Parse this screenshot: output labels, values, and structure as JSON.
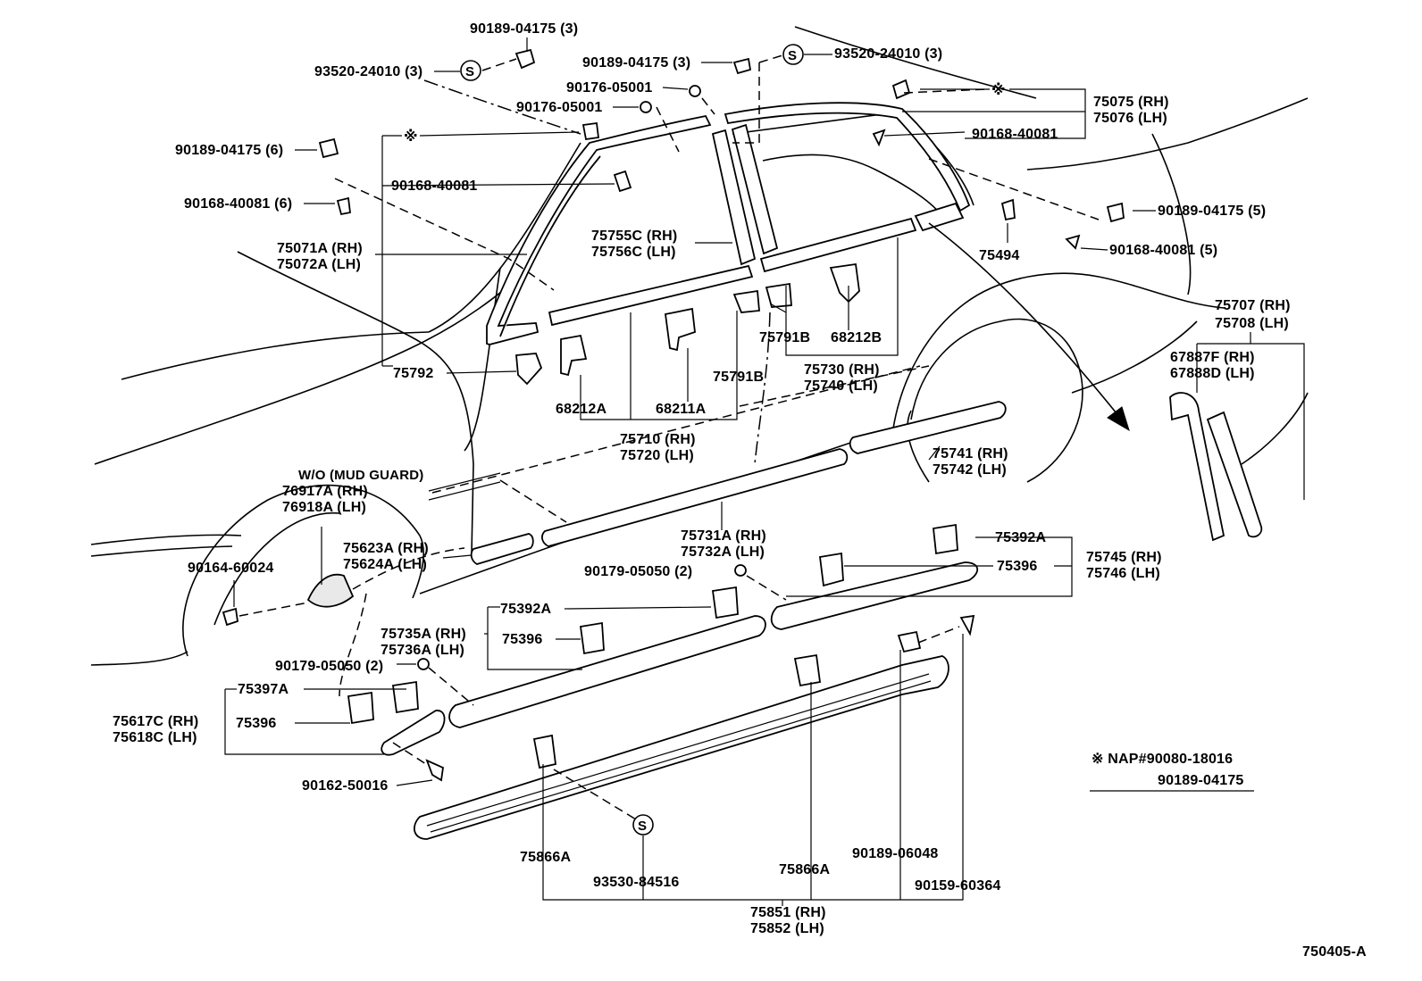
{
  "diagram": {
    "labels": {
      "l01": "90189-04175 (3)",
      "l02": "93520-24010 (3)",
      "l03": "90189-04175 (3)",
      "l04": "93520-24010 (3)",
      "l05": "90176-05001",
      "l06": "90176-05001",
      "l07": "75075 (RH)",
      "l08": "75076 (LH)",
      "l09": "90168-40081",
      "l10": "90189-04175 (6)",
      "l11": "90168-40081",
      "l12": "90168-40081 (6)",
      "l13": "75755C (RH)",
      "l14": "75756C (LH)",
      "l15": "75071A (RH)",
      "l16": "75072A (LH)",
      "l17": "90189-04175 (5)",
      "l18": "90168-40081 (5)",
      "l19": "75494",
      "l20": "75707 (RH)",
      "l21": "75708 (LH)",
      "l22": "67887F (RH)",
      "l23": "67888D (LH)",
      "l24": "75791B",
      "l25": "68212B",
      "l26": "75730 (RH)",
      "l27": "75740 (LH)",
      "l28": "75792",
      "l29": "75791B",
      "l30": "68212A",
      "l31": "68211A",
      "l32": "75710 (RH)",
      "l33": "75720 (LH)",
      "l34": "75741 (RH)",
      "l35": "75742 (LH)",
      "l36": "W/O (MUD GUARD)",
      "l37": "76917A (RH)",
      "l38": "76918A (LH)",
      "l39": "75731A (RH)",
      "l40": "75732A (LH)",
      "l41": "75623A (RH)",
      "l42": "75624A (LH)",
      "l43": "90164-60024",
      "l44": "75392A",
      "l45": "75745 (RH)",
      "l46": "75746 (LH)",
      "l47": "75396",
      "l48": "90179-05050 (2)",
      "l49": "75392A",
      "l50": "75396",
      "l51": "75735A (RH)",
      "l52": "75736A (LH)",
      "l53": "90179-05050 (2)",
      "l54": "75397A",
      "l55": "75617C (RH)",
      "l56": "75618C (LH)",
      "l57": "75396",
      "l58": "90162-50016",
      "l59": "※ NAP#90080-18016",
      "l60": "90189-04175",
      "l61": "75866A",
      "l62": "93530-84516",
      "l63": "75866A",
      "l64": "90189-06048",
      "l65": "90159-60364",
      "l66": "75851 (RH)",
      "l67": "75852 (LH)",
      "l68": "750405-A"
    },
    "symbols": {
      "s_mark": "S",
      "asterisk_mark": "※"
    }
  }
}
